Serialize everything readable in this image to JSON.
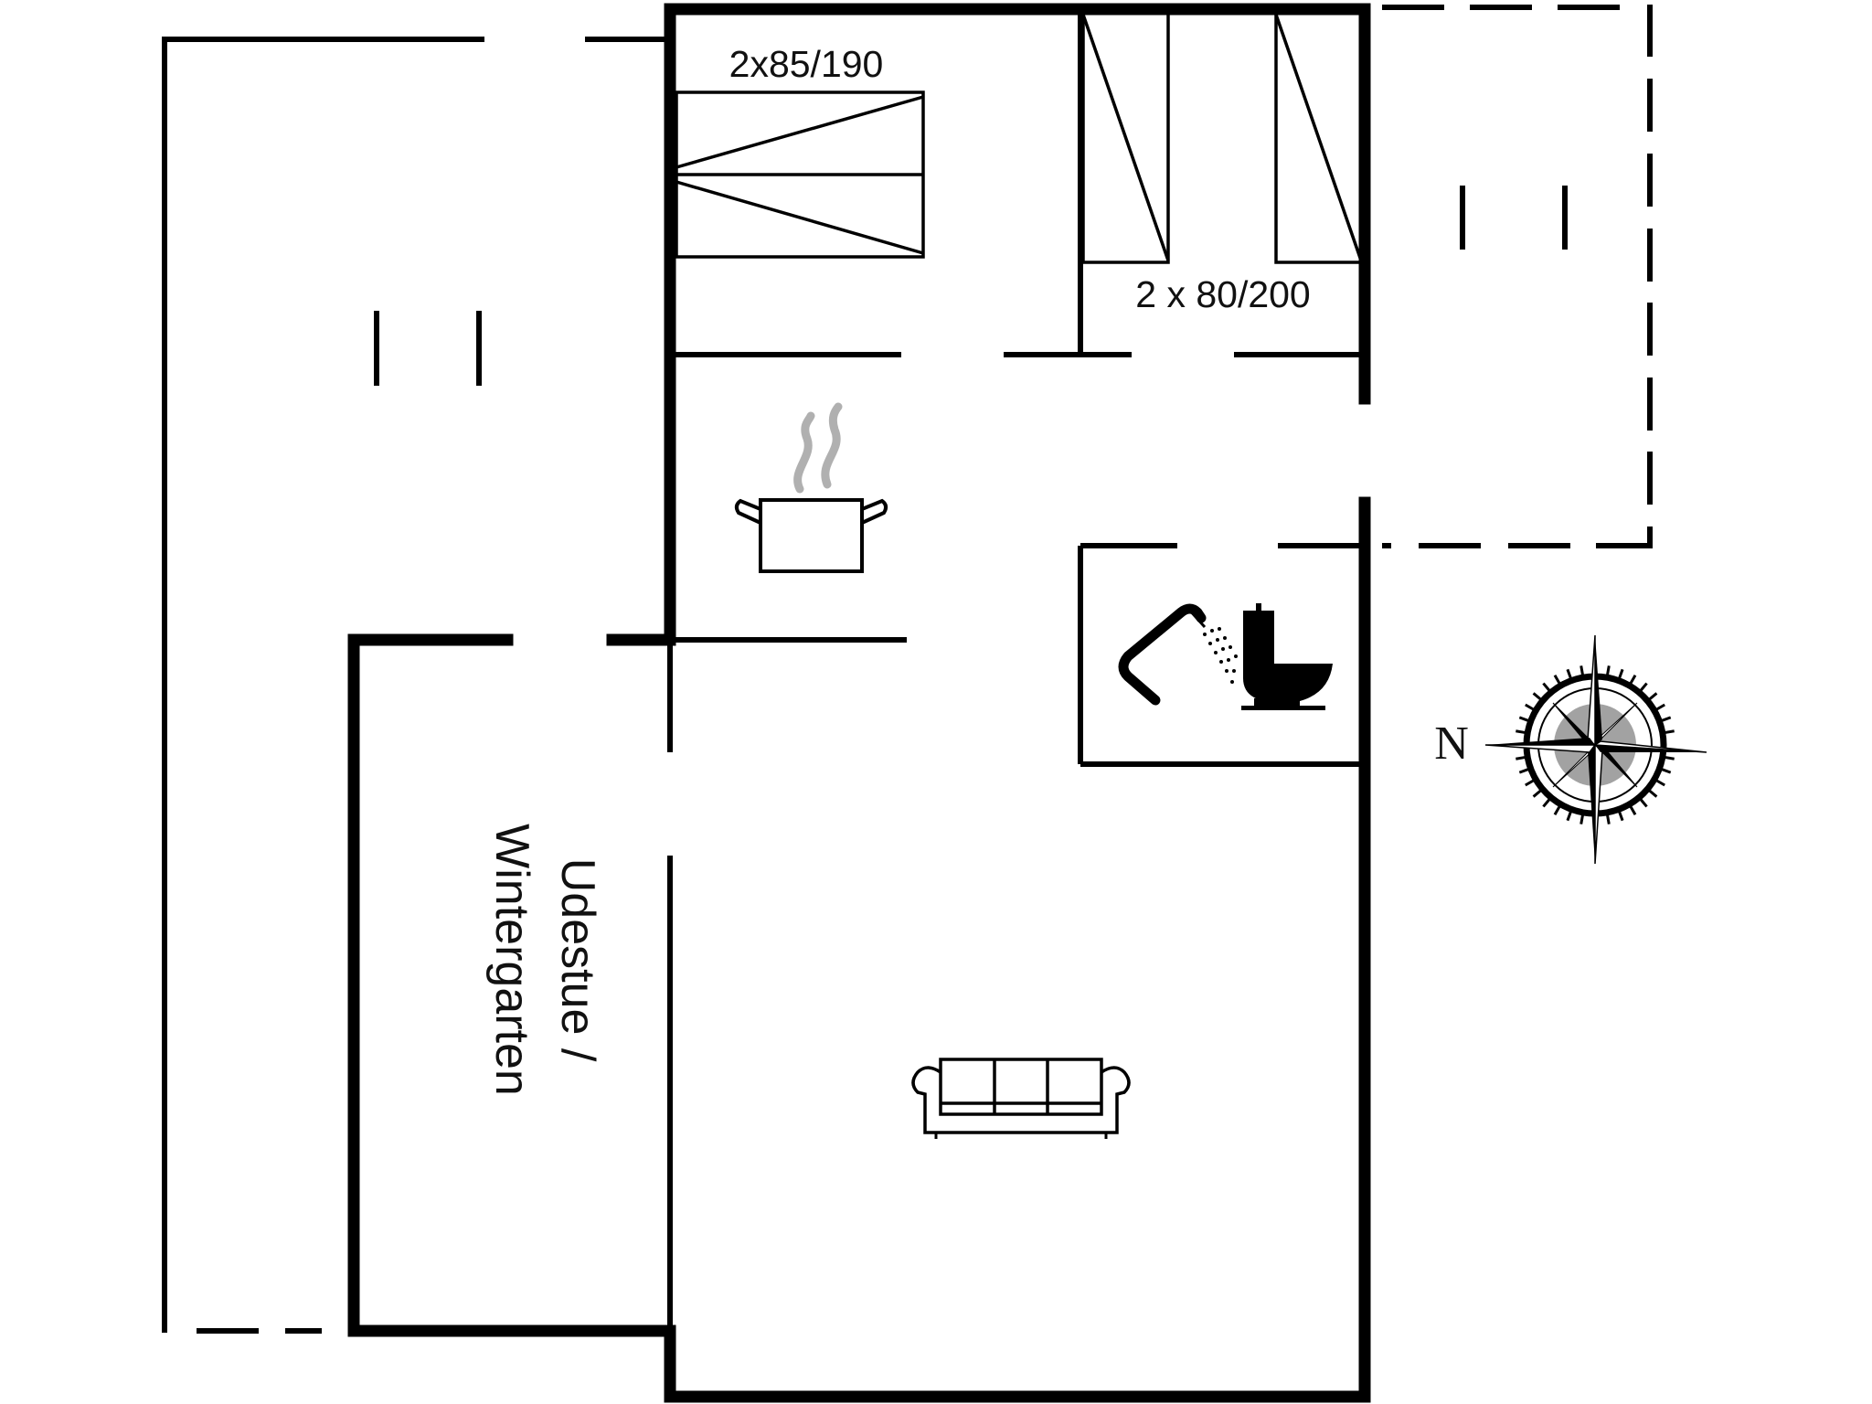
{
  "floorplan": {
    "labels": {
      "bed_double": "2x85/190",
      "bed_singles": "2 x 80/200",
      "sunroom": "Udestue /",
      "sunroom_line2": "Wintergarten",
      "north": "N"
    },
    "icons": {
      "kitchen": "cooking-pot-icon",
      "shower": "shower-icon",
      "toilet": "toilet-icon",
      "sofa": "sofa-icon",
      "compass": "compass-rose-icon"
    },
    "colors": {
      "wall": "#000000",
      "background": "#ffffff",
      "steam": "#b0b0b0"
    }
  }
}
